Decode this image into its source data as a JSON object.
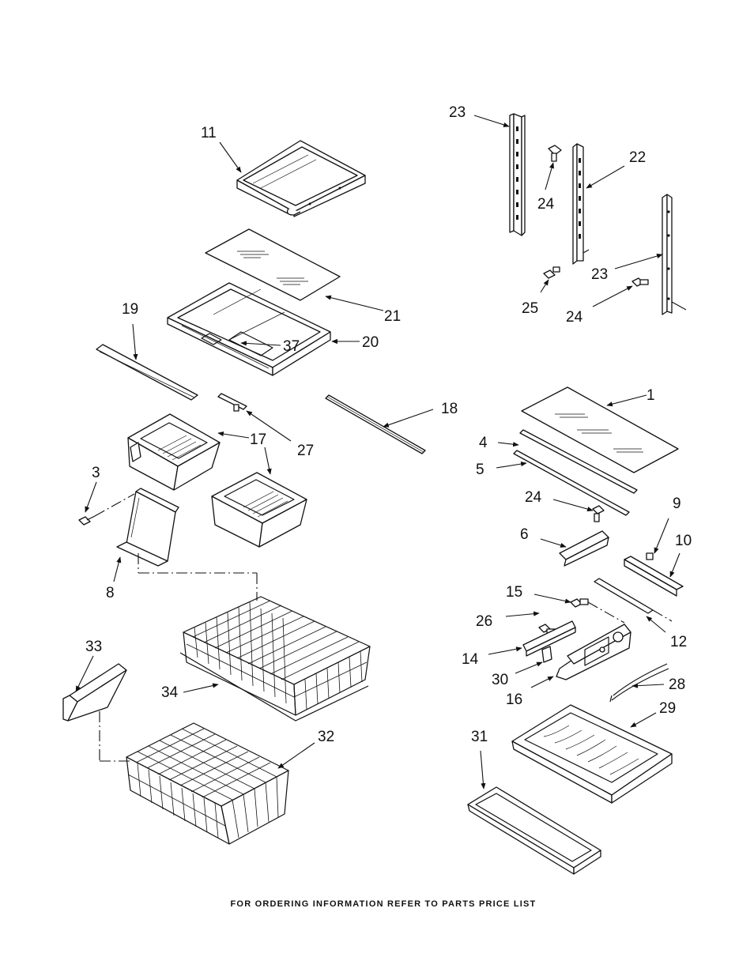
{
  "footer_text": "FOR ORDERING INFORMATION REFER TO PARTS PRICE LIST",
  "part_labels": [
    "1",
    "3",
    "4",
    "5",
    "6",
    "8",
    "9",
    "10",
    "11",
    "12",
    "14",
    "15",
    "16",
    "17",
    "18",
    "19",
    "20",
    "21",
    "22",
    "23",
    "23",
    "24",
    "24",
    "24",
    "24",
    "25",
    "26",
    "27",
    "28",
    "29",
    "30",
    "31",
    "32",
    "33",
    "34",
    "37"
  ]
}
